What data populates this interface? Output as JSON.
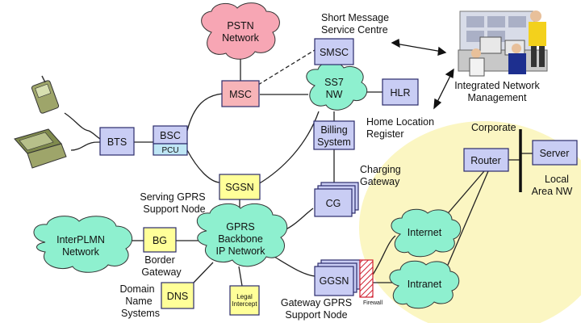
{
  "colors": {
    "box_fill": "#c9cdf4",
    "box_stroke": "#2b2b6b",
    "yellow_box": "#ffff99",
    "pink_box": "#f7b4b8",
    "cloud_green": "#8ef0cf",
    "cloud_pink": "#f7a6b4",
    "corporate_area": "#fbf6c2",
    "pcu_fill": "#bfe6f5"
  },
  "nodes": {
    "pstn": [
      "PSTN",
      "Network"
    ],
    "smsc": "SMSC",
    "msc": "MSC",
    "ss7": [
      "SS7",
      "NW"
    ],
    "hlr": "HLR",
    "bts": "BTS",
    "bsc": "BSC",
    "pcu": "PCU",
    "billing": [
      "Billing",
      "System"
    ],
    "sgsn": "SGSN",
    "cg": "CG",
    "gprs": [
      "GPRS",
      "Backbone",
      "IP Network"
    ],
    "interplmn": [
      "InterPLMN",
      "Network"
    ],
    "bg": "BG",
    "dns": "DNS",
    "legal": [
      "Legal",
      "Intercept"
    ],
    "ggsn": "GGSN",
    "firewall": "Firewall",
    "internet": "Internet",
    "intranet": "Intranet",
    "router": "Router",
    "server": "Server"
  },
  "captions": {
    "smsc": [
      "Short Message",
      "Service Centre"
    ],
    "inm": [
      "Integrated Network",
      "Management"
    ],
    "hlr": [
      "Home Location",
      "Register"
    ],
    "corporate": "Corporate",
    "local_nw": [
      "Local",
      "Area NW"
    ],
    "charging": [
      "Charging",
      "Gateway"
    ],
    "sgsn": [
      "Serving GPRS",
      "Support Node"
    ],
    "bg": [
      "Border",
      "Gateway"
    ],
    "dns": [
      "Domain",
      "Name",
      "Systems"
    ],
    "ggsn": [
      "Gateway GPRS",
      "Support Node"
    ]
  }
}
